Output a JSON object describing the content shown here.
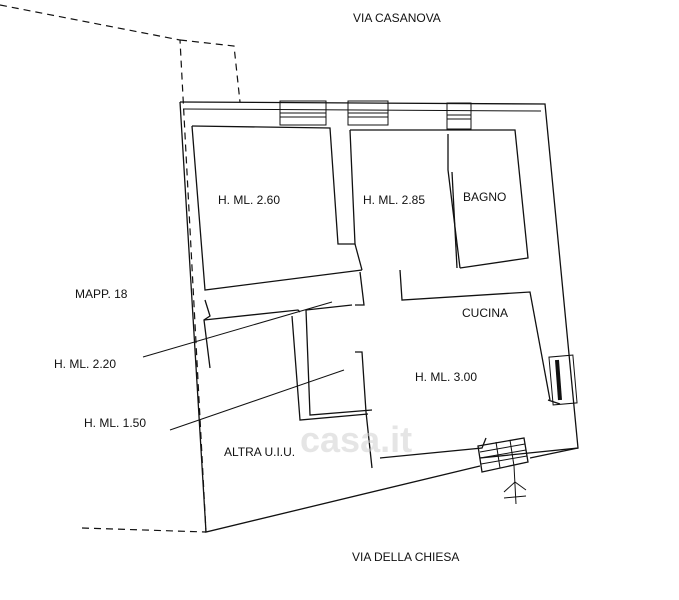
{
  "streets": {
    "north": "VIA CASANOVA",
    "south": "VIA DELLA CHIESA"
  },
  "parcel": "MAPP. 18",
  "rooms": {
    "room_left": "H. ML. 2.60",
    "room_middle": "H. ML. 2.85",
    "bathroom": "BAGNO",
    "kitchen": "CUCINA",
    "main_room": "H. ML. 3.00"
  },
  "callouts": {
    "upper": "H. ML. 2.20",
    "lower": "H. ML. 1.50"
  },
  "other_unit": "ALTRA U.I.U.",
  "watermark": "casa.it",
  "colors": {
    "line": "#111111",
    "watermark": "#cfcfcf"
  }
}
